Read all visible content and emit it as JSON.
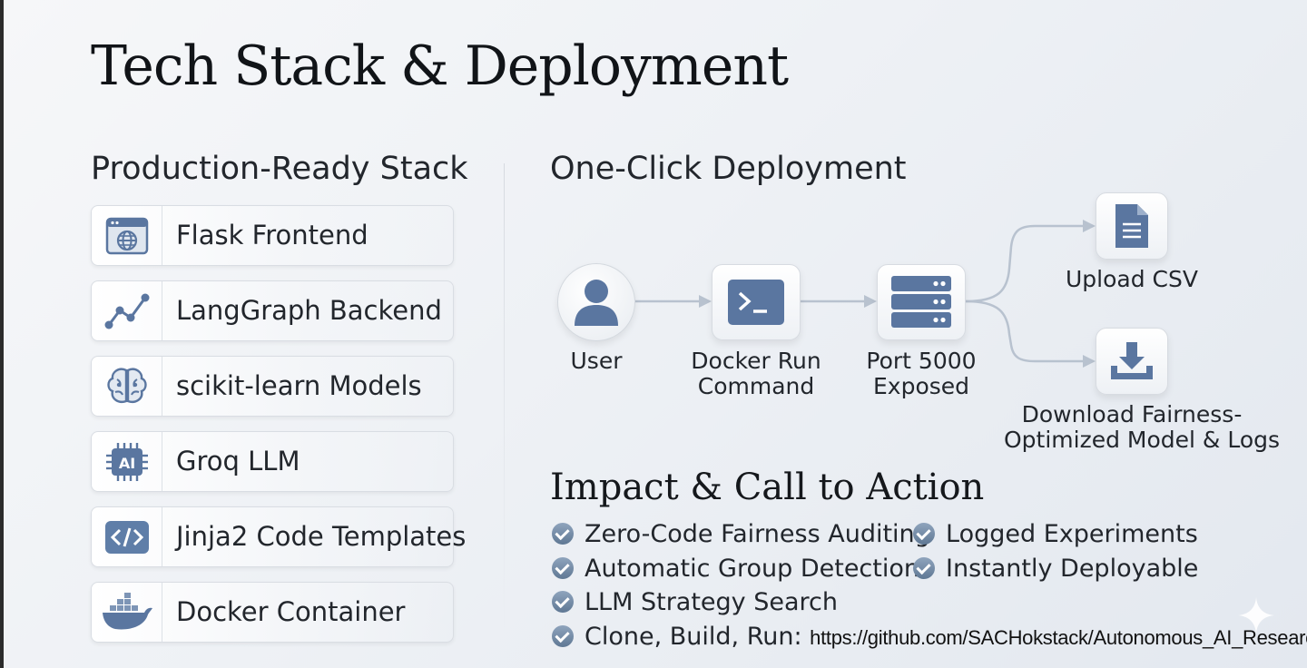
{
  "title": "Tech Stack & Deployment",
  "stack": {
    "heading": "Production-Ready Stack",
    "items": [
      {
        "label": "Flask Frontend",
        "icon": "browser-globe-icon"
      },
      {
        "label": "LangGraph Backend",
        "icon": "graph-nodes-icon"
      },
      {
        "label": "scikit-learn Models",
        "icon": "brain-icon"
      },
      {
        "label": "Groq LLM",
        "icon": "ai-chip-icon"
      },
      {
        "label": "Jinja2 Code Templates",
        "icon": "code-brackets-icon"
      },
      {
        "label": "Docker Container",
        "icon": "docker-whale-icon"
      }
    ]
  },
  "deployment": {
    "heading": "One-Click Deployment",
    "nodes": {
      "user": "User",
      "docker_line1": "Docker Run",
      "docker_line2": "Command",
      "port_line1": "Port 5000",
      "port_line2": "Exposed",
      "upload": "Upload CSV",
      "download_line1": "Download Fairness-",
      "download_line2": "Optimized Model & Logs"
    }
  },
  "impact": {
    "heading": "Impact & Call to Action",
    "left_items": [
      "Zero-Code Fairness Auditing",
      "Automatic Group Detection",
      "LLM Strategy Search"
    ],
    "right_items": [
      "Logged Experiments",
      "Instantly Deployable"
    ],
    "cta_label": "Clone, Build, Run:",
    "cta_url": "https://github.com/SACHokstack/Autonomous_AI_Research_Lab"
  },
  "colors": {
    "icon_blue": "#5a76a0",
    "icon_blue_light": "#8ea3c3",
    "arrow": "#b8c2cf"
  }
}
